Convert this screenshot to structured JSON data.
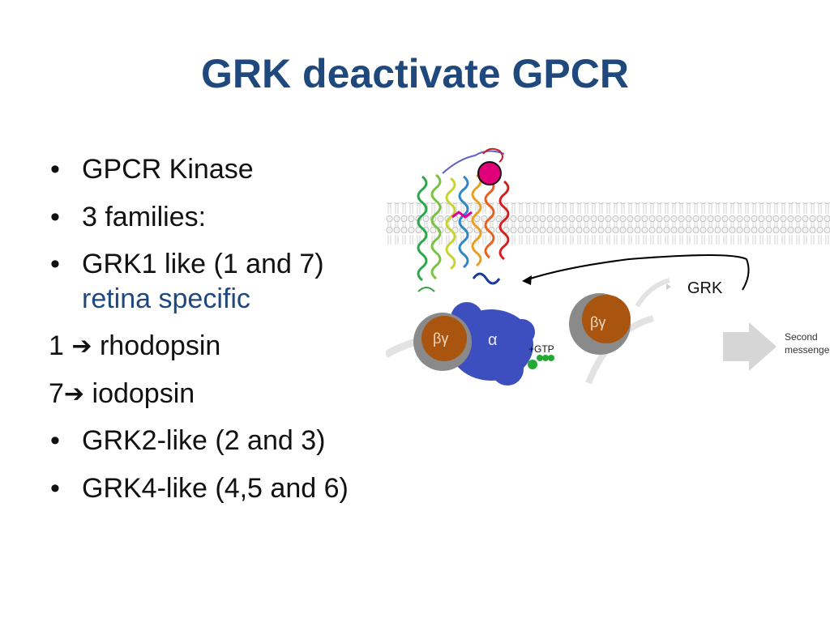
{
  "slide": {
    "title": "GRK deactivate GPCR",
    "bullet_char": "•",
    "items": [
      {
        "text": "GPCR Kinase"
      },
      {
        "text": "3 families:"
      },
      {
        "text": "GRK1 like (1 and 7)",
        "sub": "retina specific"
      }
    ],
    "arrow_lines": [
      {
        "left": "1",
        "arrow": "➔",
        "right": "rhodopsin"
      },
      {
        "left": "7",
        "arrow": "➔",
        "right": "iodopsin"
      }
    ],
    "items_after": [
      {
        "text": "GRK2-like (2 and 3)"
      },
      {
        "text": "GRK4-like (4,5 and 6)"
      }
    ]
  },
  "figure": {
    "grk_label": "GRK",
    "gtp_label": "+GTP",
    "beta_gamma_label": "βγ",
    "alpha_label": "α",
    "second_messenger_label": "Second",
    "second_messenger_label_2": "messenger",
    "colors": {
      "title": "#1f497d",
      "membrane": "#d8d8d8",
      "phosphate": "#e0007a",
      "g_alpha": "#3d4fbf",
      "g_beta_gamma": "#a9540f",
      "gtp": "#22aa33"
    }
  }
}
